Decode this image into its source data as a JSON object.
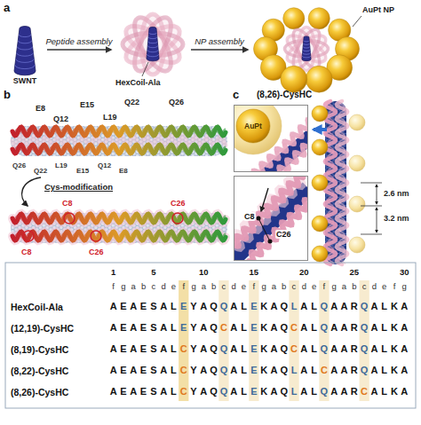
{
  "diagram": {
    "nodes": [
      {
        "text": [
          "SWNT"
        ]
      },
      {
        "text": [
          "HexCoil-Ala"
        ]
      },
      {
        "text": [
          "AuPt NP"
        ]
      },
      {
        "text": [
          "AuPt"
        ]
      },
      {
        "text": [
          "C8",
          "C26"
        ]
      }
    ],
    "edges": [
      {
        "from": 0,
        "to": 1,
        "arrow": "to",
        "label": "Peptide assembly"
      },
      {
        "from": 1,
        "to": 2,
        "arrow": "to",
        "label": "NP assembly"
      }
    ],
    "labels": [
      "a",
      "b",
      "c",
      "E8",
      "E15",
      "Q22",
      "Q26",
      "Q12",
      "L19",
      "Q26",
      "Q22",
      "L19",
      "E15",
      "Q12",
      "E8",
      "Cys-modification",
      "C8",
      "C26",
      "C26",
      "C8",
      "(8,26)-CysHC",
      "2.6 nm",
      "3.2 nm",
      "1",
      "5",
      "10",
      "15",
      "20",
      "25",
      "30",
      "fgabcdefgabcdefgabcdefgabcdefg",
      "HexCoil-Ala",
      "AEAESALEYAQQALEKAQLALQAARQALKA",
      "(12,19)-CysHC",
      "AEAESALEYAQCALEKAQCALQAARQALKA",
      "(8,19)-CysHC",
      "AEAESALCYAQQALEKAQCALQAARQALKA",
      "(8,22)-CysHC",
      "AEAESALCYAQQALEKAQLALCAARQALKA",
      "(8,26)-CysHC",
      "AEAESALCYAQQALEKAQLALQAARCALKA"
    ]
  }
}
